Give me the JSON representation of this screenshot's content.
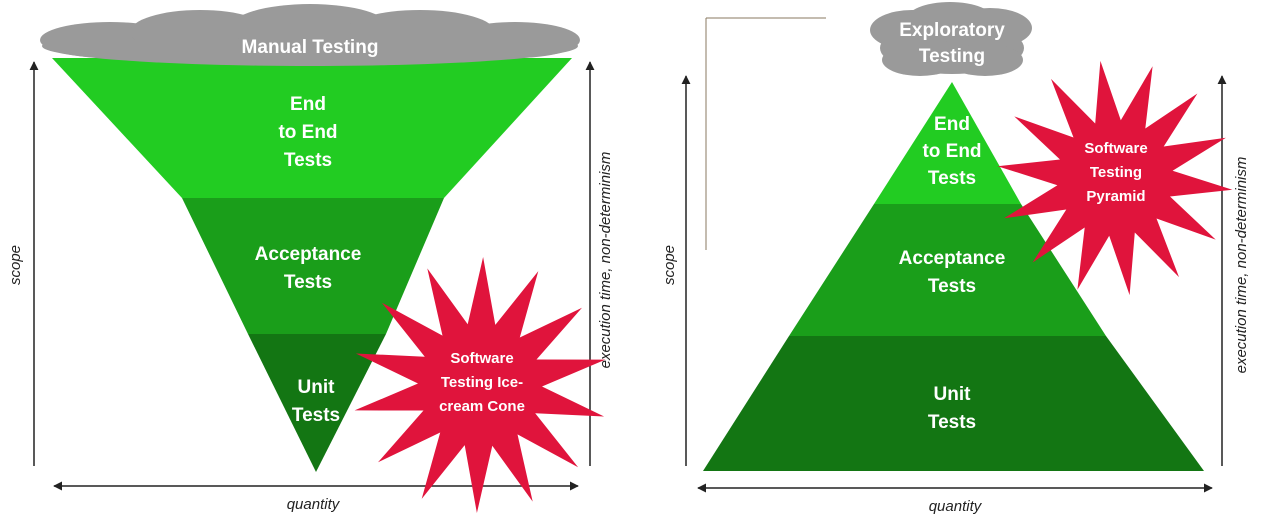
{
  "colors": {
    "tier_top": "#22cc22",
    "tier_mid": "#1a9e1a",
    "tier_bottom": "#137613",
    "cloud": "#9a9a9a",
    "star": "#e0143c",
    "axis": "#222222"
  },
  "cone": {
    "cloud_label": "Manual Testing",
    "tiers": [
      {
        "lines": [
          "End",
          "to End",
          "Tests"
        ]
      },
      {
        "lines": [
          "Acceptance",
          "Tests"
        ]
      },
      {
        "lines": [
          "Unit",
          "Tests"
        ]
      }
    ],
    "x_axis_label": "quantity",
    "left_axis_label": "scope",
    "right_axis_label": "execution time, non-determinism",
    "star_lines": [
      "Software",
      "Testing Ice-",
      "cream Cone"
    ]
  },
  "pyramid": {
    "cloud_lines": [
      "Exploratory",
      "Testing"
    ],
    "tiers": [
      {
        "lines": [
          "End",
          "to End",
          "Tests"
        ]
      },
      {
        "lines": [
          "Acceptance",
          "Tests"
        ]
      },
      {
        "lines": [
          "Unit",
          "Tests"
        ]
      }
    ],
    "x_axis_label": "quantity",
    "left_axis_label": "scope",
    "right_axis_label": "execution time, non-determinism",
    "star_lines": [
      "Software",
      "Testing",
      "Pyramid"
    ]
  }
}
